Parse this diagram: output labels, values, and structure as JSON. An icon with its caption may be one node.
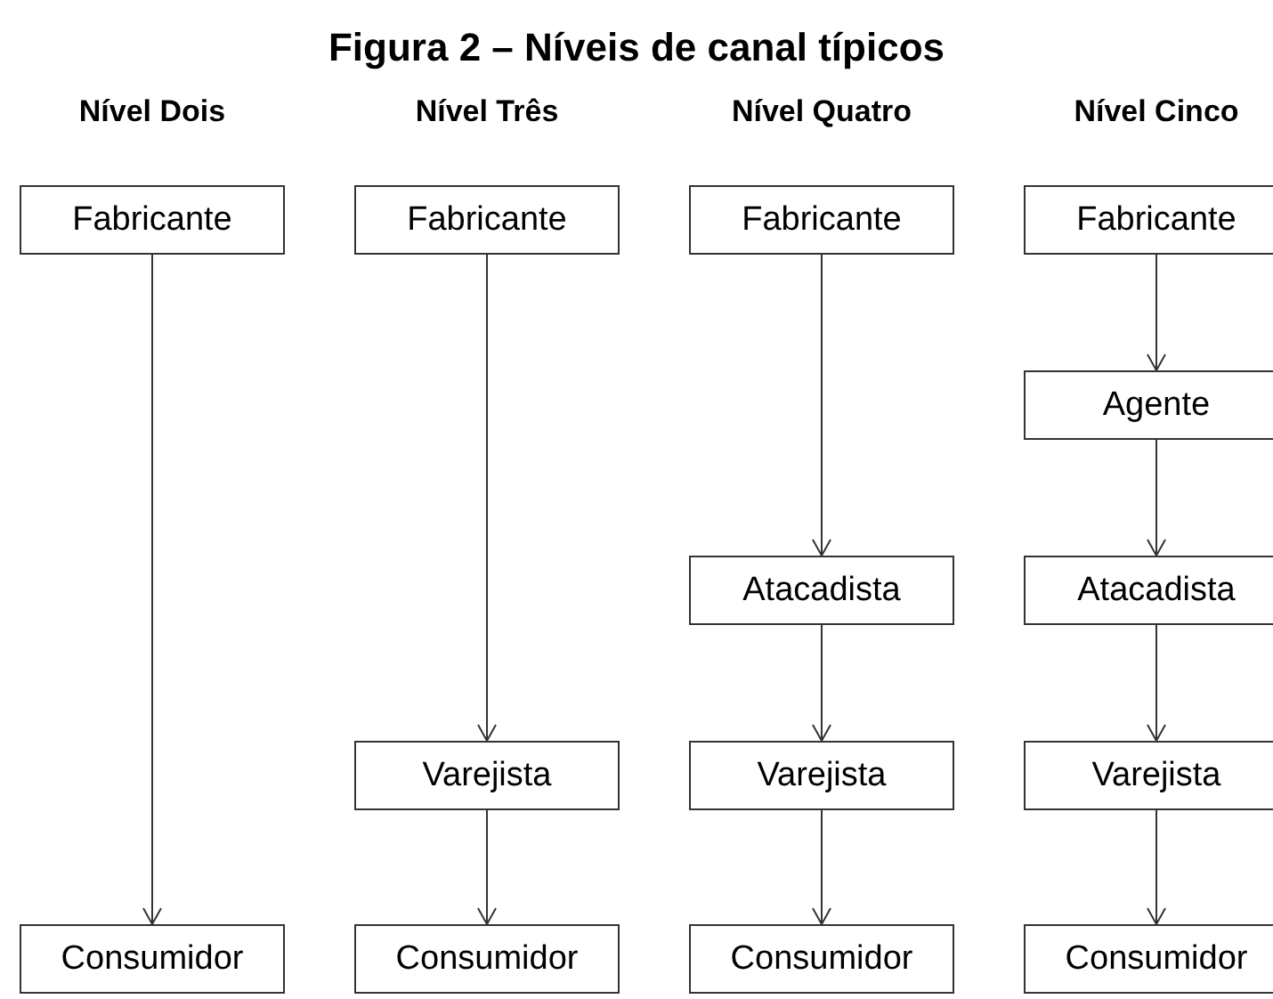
{
  "diagram": {
    "title": "Figura 2 – Níveis de canal típicos",
    "labels": [
      "Nível Dois",
      "Nível Três",
      "Nível Quatro",
      "Nível Cinco"
    ],
    "nodes": [
      {
        "text": [
          "Fabricante"
        ]
      },
      {
        "text": [
          "Consumidor"
        ]
      },
      {
        "text": [
          "Fabricante"
        ]
      },
      {
        "text": [
          "Varejista"
        ]
      },
      {
        "text": [
          "Consumidor"
        ]
      },
      {
        "text": [
          "Fabricante"
        ]
      },
      {
        "text": [
          "Atacadista"
        ]
      },
      {
        "text": [
          "Varejista"
        ]
      },
      {
        "text": [
          "Consumidor"
        ]
      },
      {
        "text": [
          "Fabricante"
        ]
      },
      {
        "text": [
          "Agente"
        ]
      },
      {
        "text": [
          "Atacadista"
        ]
      },
      {
        "text": [
          "Varejista"
        ]
      },
      {
        "text": [
          "Consumidor"
        ]
      }
    ],
    "edges": [
      {
        "from": 0,
        "to": 1,
        "arrow": "to"
      },
      {
        "from": 2,
        "to": 3,
        "arrow": "to"
      },
      {
        "from": 3,
        "to": 4,
        "arrow": "to"
      },
      {
        "from": 5,
        "to": 6,
        "arrow": "to"
      },
      {
        "from": 6,
        "to": 7,
        "arrow": "to"
      },
      {
        "from": 7,
        "to": 8,
        "arrow": "to"
      },
      {
        "from": 9,
        "to": 10,
        "arrow": "to"
      },
      {
        "from": 10,
        "to": 11,
        "arrow": "to"
      },
      {
        "from": 11,
        "to": 12,
        "arrow": "to"
      },
      {
        "from": 12,
        "to": 13,
        "arrow": "to"
      }
    ]
  }
}
